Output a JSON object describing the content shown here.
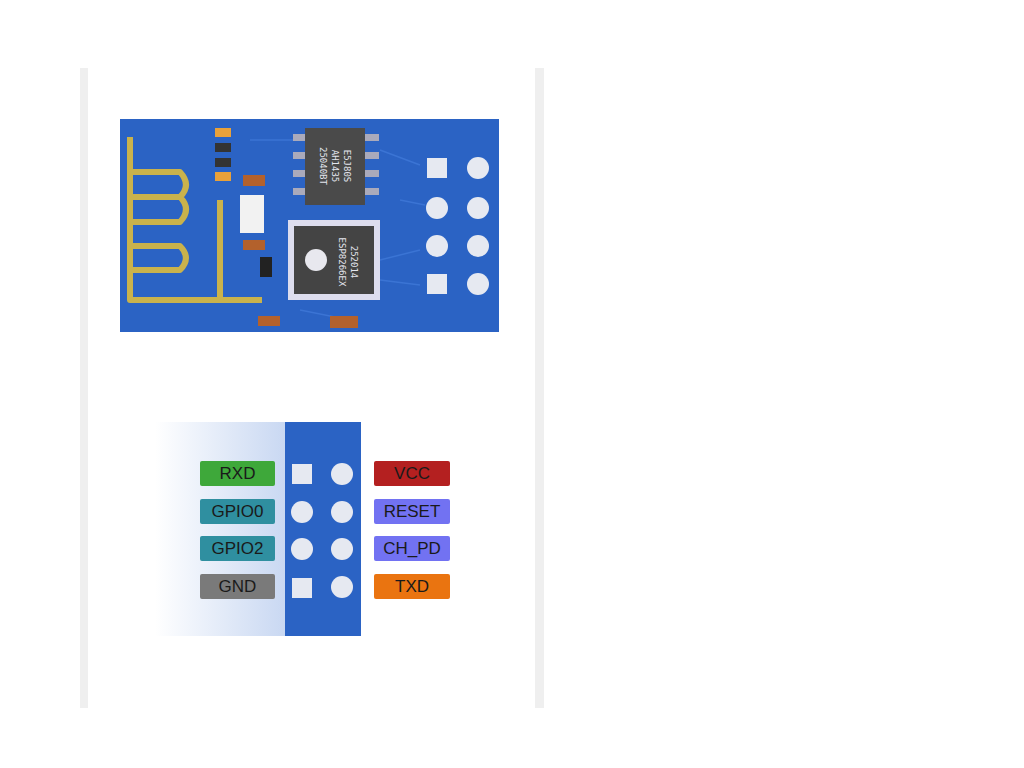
{
  "diagram": {
    "labels": [
      "AH1435",
      "25040BT",
      "E5J80S",
      "ESP8266EX",
      "252014",
      "RXD",
      "VCC",
      "GPIO0",
      "RESET",
      "GPIO2",
      "CH_PD",
      "GND",
      "TXD"
    ]
  }
}
